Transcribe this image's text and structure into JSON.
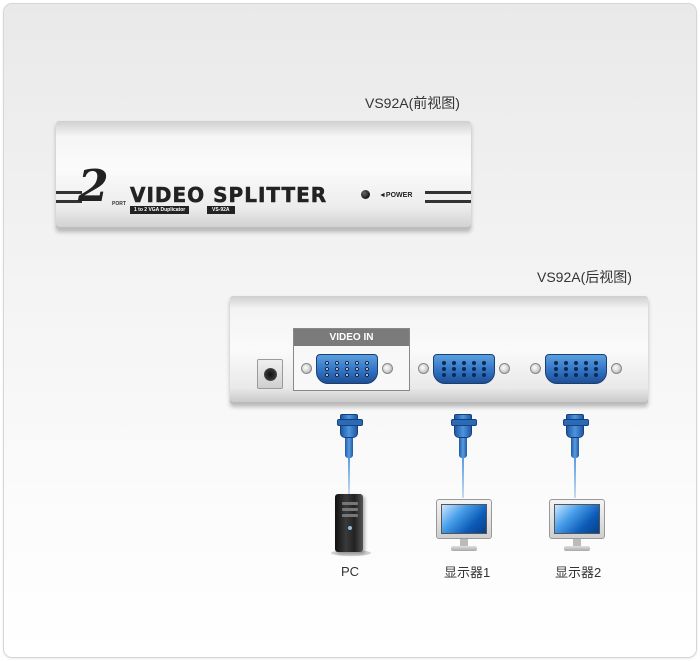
{
  "captions": {
    "front": "VS92A(前视图)",
    "rear": "VS92A(后视图)"
  },
  "front_panel": {
    "digit": "2",
    "port_word": "PORT",
    "product_name": "VIDEO SPLITTER",
    "subtitle": "1 to 2 VGA Duplicator",
    "model": "VS-92A",
    "power_label": "◄POWER"
  },
  "rear_panel": {
    "input_label": "VIDEO IN"
  },
  "devices": {
    "pc_label": "PC",
    "monitor1_label": "显示器1",
    "monitor2_label": "显示器2"
  },
  "colors": {
    "connector_blue": "#2f6fbf",
    "panel_gray": "#f4f4f4",
    "label_bg": "#7b7b7b"
  },
  "icons": [
    "dc-power-jack-icon",
    "vga-port-icon",
    "vga-plug-icon",
    "pc-tower-icon",
    "monitor-icon",
    "power-led-icon"
  ]
}
